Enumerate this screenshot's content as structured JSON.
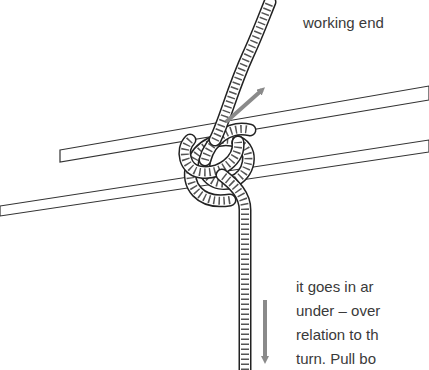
{
  "diagram": {
    "labels": [
      "working end",
      "it goes in ar",
      "under – over",
      "relation to th",
      "turn. Pull bo"
    ]
  }
}
